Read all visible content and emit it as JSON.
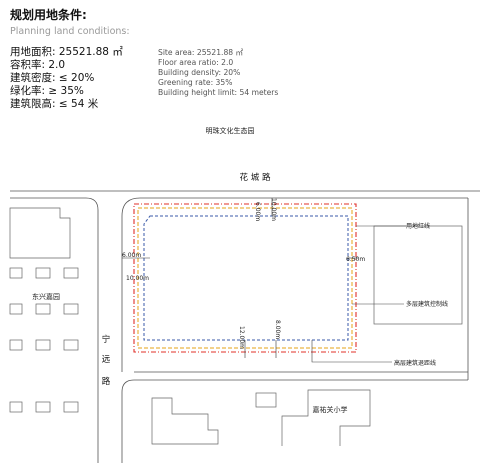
{
  "header": {
    "title": "规划用地条件:",
    "subtitle": "Planning land conditions:"
  },
  "conditions_cn": [
    "用地面积: 25521.88 ㎡",
    "容积率: 2.0",
    "建筑密度: ≤ 20%",
    "绿化率: ≥ 35%",
    "建筑限高: ≤ 54 米"
  ],
  "conditions_en": [
    "Site area: 25521.88 ㎡",
    "Floor area ratio: 2.0",
    "Building density: 20%",
    "Greening rate: 35%",
    "Building height limit: 54 meters"
  ],
  "map": {
    "north_label": "明珠文化生态园",
    "road_top": "花  城  路",
    "road_left": [
      "宁",
      "远",
      "路"
    ],
    "community": "东兴嘉园",
    "school": "嘉祐关小学",
    "dims": {
      "top_inner": "10.00m",
      "top_outer": "6.00m",
      "left_outer": "6.00m",
      "left_inner": "10.00m",
      "right": "6.50m",
      "bottom_a": "12.00m",
      "bottom_b": "8.00m"
    },
    "legend": {
      "site_line": "用地红线",
      "multi_storey": "多层建筑控制线",
      "high_rise": "高层建筑退距线"
    },
    "colors": {
      "site_line": "#e0302a",
      "multi_storey": "#e6a317",
      "high_rise": "#3a5aa8",
      "building_fill": "#e8e8e8"
    }
  }
}
